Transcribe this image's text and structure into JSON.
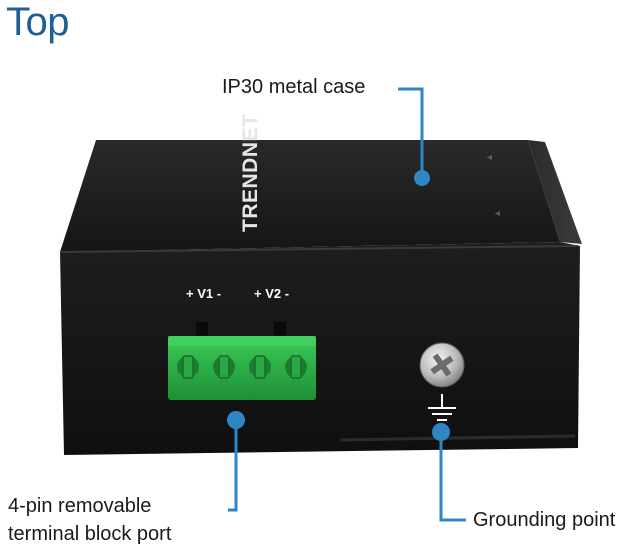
{
  "page": {
    "title": "Top"
  },
  "device": {
    "brand_logo": "TRENDNET",
    "terminal_labels": {
      "v1": "+ V1 -",
      "v2": "+ V2 -"
    }
  },
  "callouts": {
    "case": "IP30 metal case",
    "terminal_line1": "4-pin removable",
    "terminal_line2": "terminal block port",
    "grounding": "Grounding point"
  },
  "colors": {
    "title": "#1f5f99",
    "callout_line": "#2f86c3",
    "device_body": "#1b1b1b",
    "terminal_green": "#2fb34a"
  }
}
